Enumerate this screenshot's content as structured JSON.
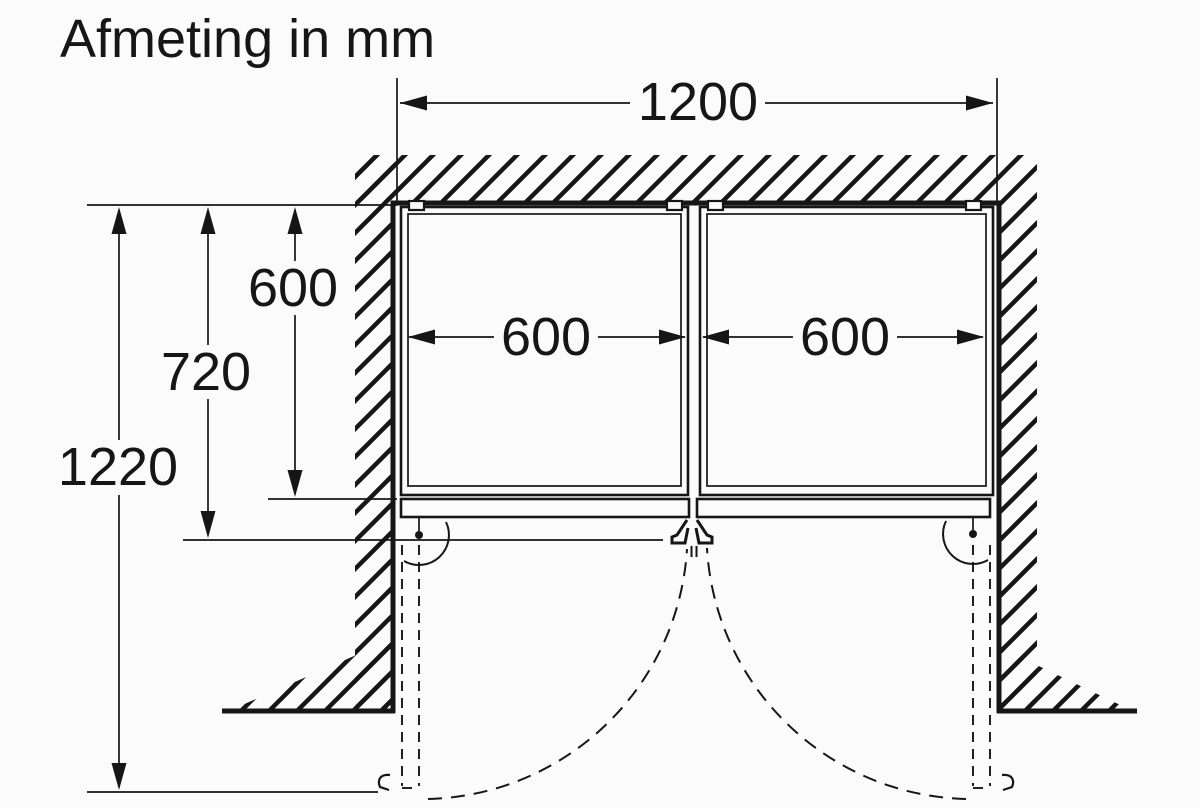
{
  "title": "Afmeting in mm",
  "colors": {
    "ink": "#161616",
    "background": "#fbfbfb"
  },
  "dimensions": {
    "niche_width_mm": "1200",
    "appliance_width_left_mm": "600",
    "appliance_width_right_mm": "600",
    "niche_depth_mm": "600",
    "depth_incl_door_mm": "720",
    "depth_door_open_mm": "1220"
  }
}
